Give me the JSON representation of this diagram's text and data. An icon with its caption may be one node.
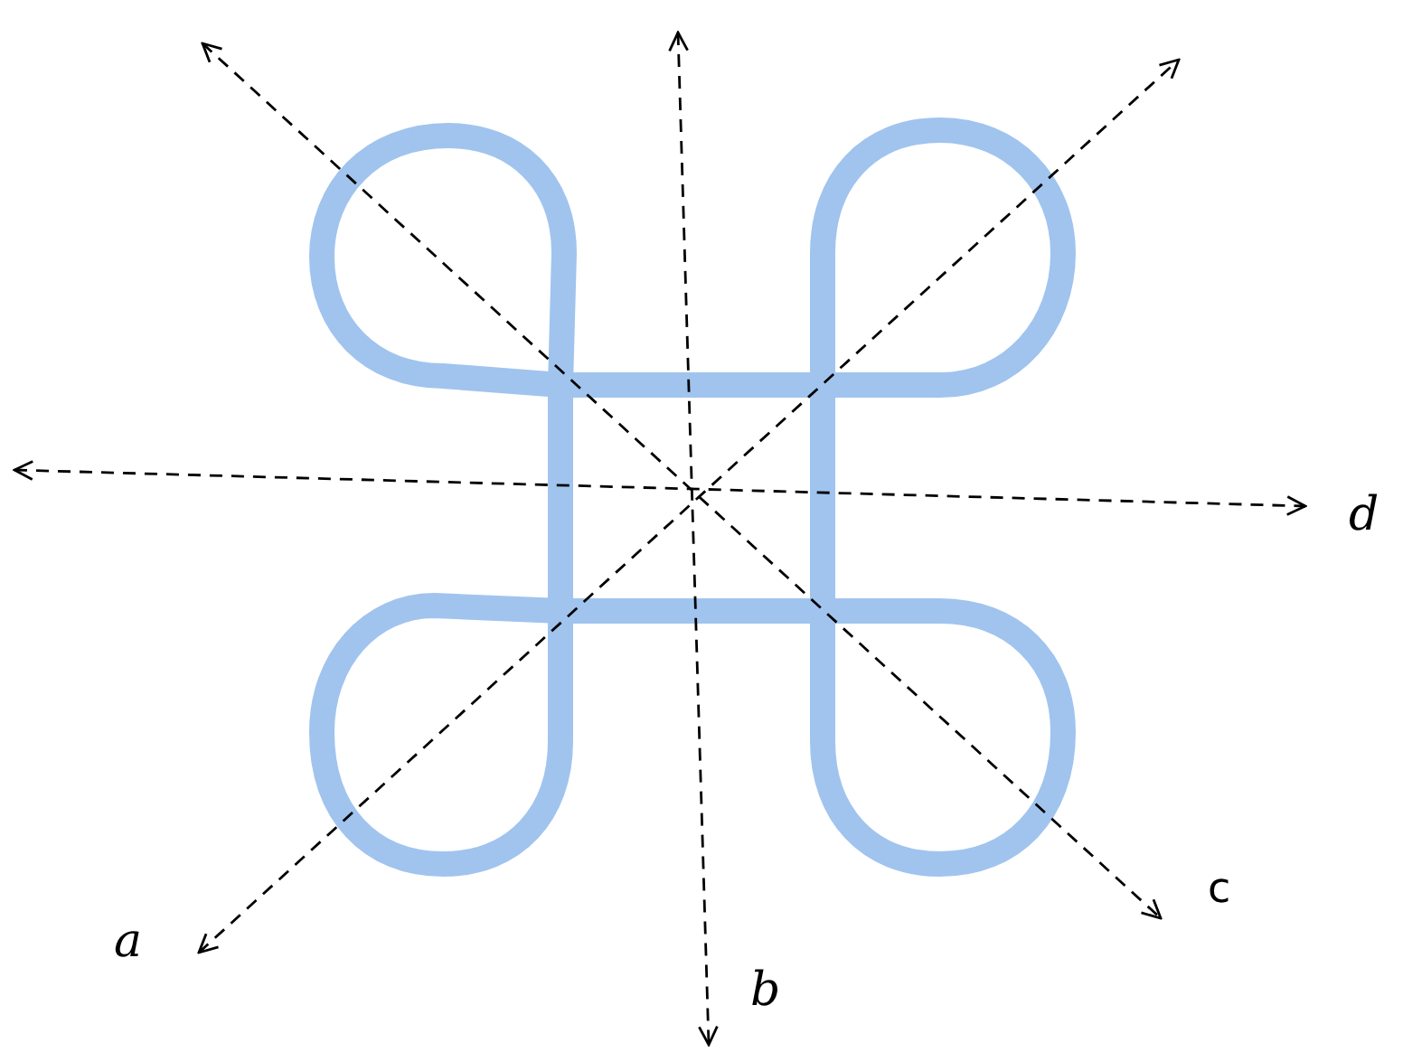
{
  "diagram": {
    "labels": [
      "d",
      "c",
      "a",
      "b"
    ]
  }
}
